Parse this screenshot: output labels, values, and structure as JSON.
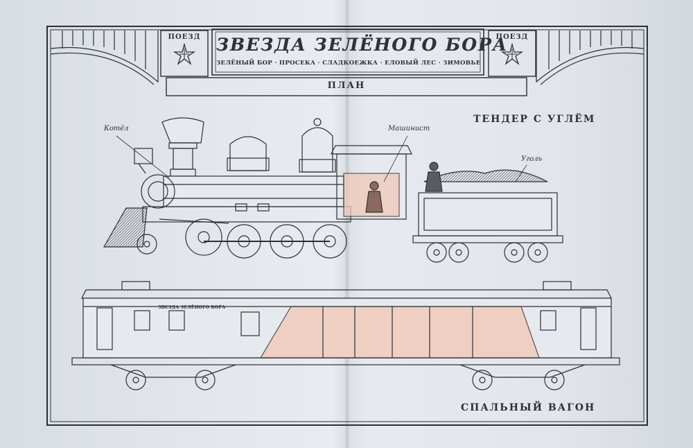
{
  "header": {
    "badge_left": "ПОЕЗД",
    "badge_right": "ПОЕЗД",
    "title": "ЗВЕЗДА ЗЕЛЁНОГО БОРА",
    "stations": "ЗЕЛЁНЫЙ БОР · ПРОСЕКА · СЛАДКОЕЖКА · ЕЛОВЫЙ ЛЕС · ЗИМОВЬЕ",
    "plan_label": "ПЛАН"
  },
  "labels": {
    "boiler": "Котёл",
    "engineer": "Машинист",
    "coal": "Уголь",
    "tender": "ТЕНДЕР С УГЛЁМ",
    "sleeping_car": "СПАЛЬНЫЙ ВАГОН",
    "car_name": "ЗВЕЗДА ЗЕЛЁНОГО БОРА"
  },
  "colors": {
    "ink": "#2c2f36",
    "paper": "#e3e7ec",
    "interior_tint": "#f0c9b8"
  },
  "icons": [
    "star-icon-left",
    "star-icon-right"
  ]
}
